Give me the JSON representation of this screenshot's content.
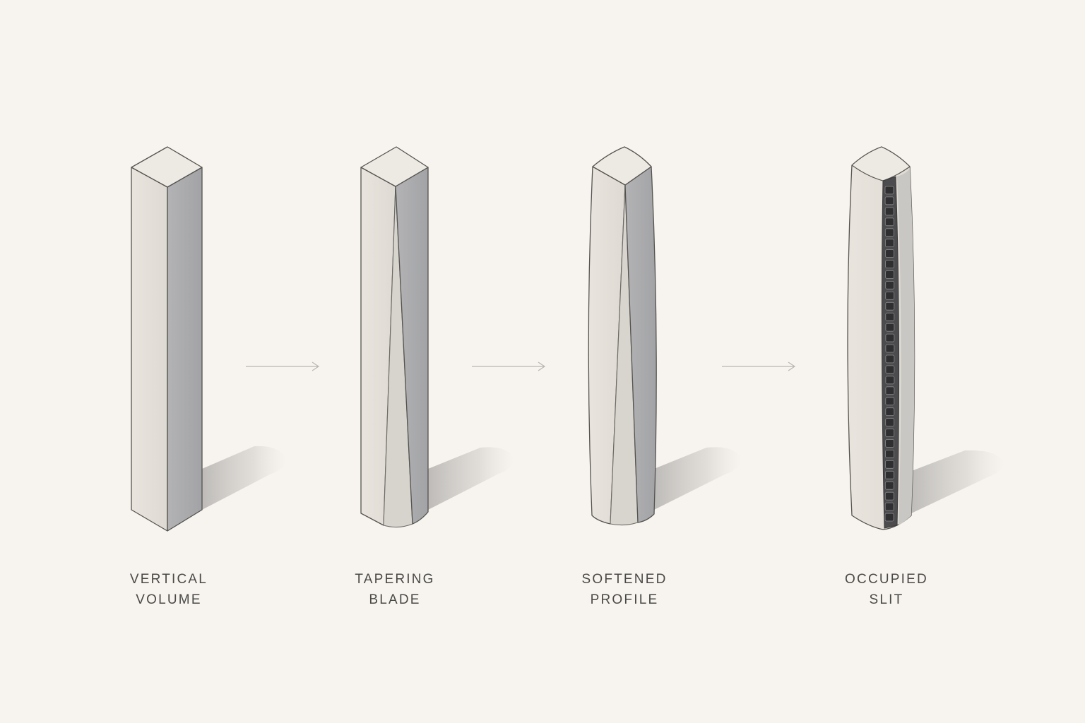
{
  "stages": [
    {
      "id": "vertical-volume",
      "line1": "VERTICAL",
      "line2": "VOLUME"
    },
    {
      "id": "tapering-blade",
      "line1": "TAPERING",
      "line2": "BLADE"
    },
    {
      "id": "softened-profile",
      "line1": "SOFTENED",
      "line2": "PROFILE"
    },
    {
      "id": "occupied-slit",
      "line1": "OCCUPIED",
      "line2": "SLIT"
    }
  ],
  "colors": {
    "background": "#f7f4f0",
    "light_face": "#e6e1da",
    "dark_face": "#a9aaad",
    "top_face": "#ede9e3",
    "outline": "#55534f",
    "arrow": "#b9b5b0",
    "slit": "#4c4c4e",
    "text": "#4a4946"
  }
}
